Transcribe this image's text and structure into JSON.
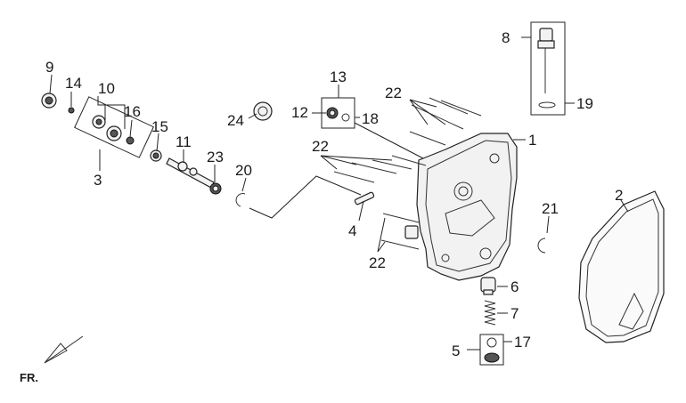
{
  "diagram": {
    "callouts": {
      "c1": "1",
      "c2": "2",
      "c3": "3",
      "c4": "4",
      "c5": "5",
      "c6": "6",
      "c7": "7",
      "c8": "8",
      "c9": "9",
      "c10": "10",
      "c11": "11",
      "c12": "12",
      "c13": "13",
      "c14": "14",
      "c15": "15",
      "c16": "16",
      "c17": "17",
      "c18": "18",
      "c19": "19",
      "c20": "20",
      "c21": "21",
      "c22a": "22",
      "c22b": "22",
      "c22c": "22",
      "c23": "23",
      "c24": "24"
    },
    "direction_label": "FR."
  }
}
